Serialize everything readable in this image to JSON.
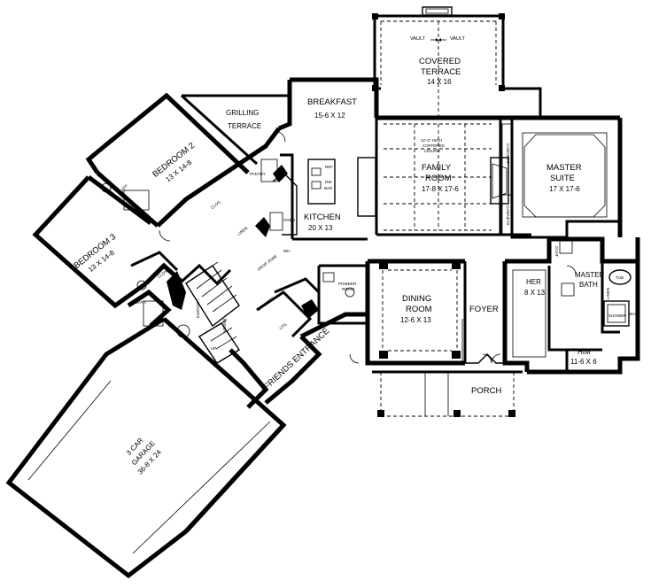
{
  "rooms": {
    "covered_terrace": {
      "name_1": "COVERED",
      "name_2": "TERRACE",
      "size": "14 X 16"
    },
    "vault_left": "VAULT",
    "vault_right": "VAULT",
    "breakfast": {
      "name": "BREAKFAST",
      "size": "15-6 X 12"
    },
    "grilling_terrace": {
      "name_1": "GRILLING",
      "name_2": "TERRACE"
    },
    "bedroom_2": {
      "name": "BEDROOM 2",
      "size": "13 X 14-8"
    },
    "bedroom_3": {
      "name": "BEDROOM 3",
      "size": "13 X 14-8"
    },
    "family_room": {
      "name_1": "FAMILY",
      "name_2": "ROOM",
      "size": "17-8 X 17-6",
      "ceiling_1": "12'-0\" HIGH",
      "ceiling_2": "COFFERED",
      "ceiling_3": "CEILING"
    },
    "master_suite": {
      "name_1": "MASTER",
      "name_2": "SUITE",
      "size": "17 X 17-6"
    },
    "kitchen": {
      "name": "KITCHEN",
      "size": "20 X 13"
    },
    "pantry": "PANTRY",
    "closet": "CLOS",
    "linen": "LINEN",
    "bath_upper": "BATH",
    "bath_lower": "BATH",
    "closet_lower": "CLOS",
    "dining_room": {
      "name_1": "DINING",
      "name_2": "ROOM",
      "size": "12-6 X 13"
    },
    "foyer": "FOYER",
    "her": {
      "name": "HER",
      "size": "8 X 13"
    },
    "him": {
      "name": "HIM",
      "size": "11-6 X 6"
    },
    "master_bath": {
      "name_1": "MASTER",
      "name_2": "BATH"
    },
    "powder_room": {
      "name_1": "POWDER",
      "name_2": "ROOM"
    },
    "util": "UTIL",
    "friends_entrance": "FRIENDS ENTRANCE",
    "porch": "PORCH",
    "garage": {
      "name_1": "3 CAR",
      "name_2": "GARAGE",
      "size": "36-8 X 24"
    },
    "bench": "BENCH",
    "lockers": "LOCKERS",
    "cabinets_1": "CABINETS",
    "cabinets_2": "CABINETS",
    "cabinets_util": "CABINETS",
    "coat": "COAT",
    "shower": "SHOWER",
    "seat": "SEAT",
    "tub": "TUB",
    "linen_bath": "LINEN",
    "drop_zone": "DROP ZONE",
    "ref": "REF",
    "dw": "DW",
    "bar": "BAR",
    "oven": "OVEN",
    "wh": "WH",
    "up": "UP"
  }
}
